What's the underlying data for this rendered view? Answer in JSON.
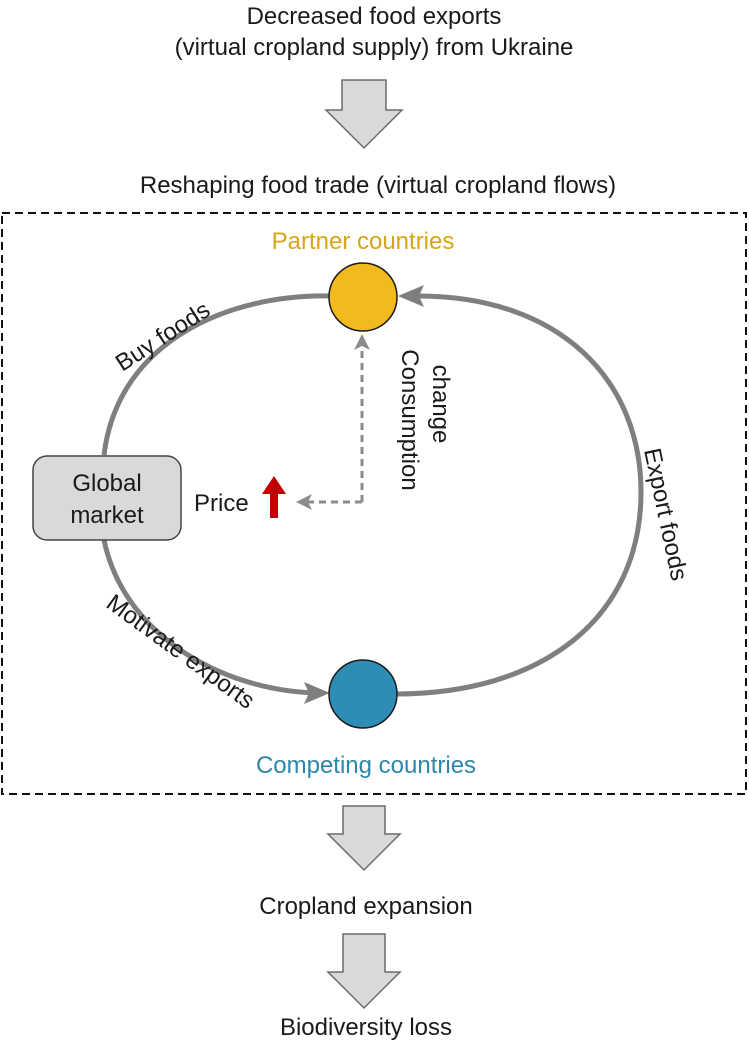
{
  "top_text": {
    "line1": "Decreased food exports",
    "line2": "(virtual cropland supply) from Ukraine"
  },
  "reshaping_text": "Reshaping food trade (virtual cropland flows)",
  "nodes": {
    "partner": {
      "label": "Partner countries",
      "color": "#F2BA1C"
    },
    "competing": {
      "label": "Competing countries",
      "color": "#2F8DB5"
    },
    "global_market": {
      "line1": "Global",
      "line2": "market"
    }
  },
  "flows": {
    "buy_foods": "Buy foods",
    "motivate_exports": "Motivate exports",
    "export_foods": "Export foods",
    "consumption_change": {
      "line1": "Consumption",
      "line2": "change"
    },
    "price": "Price"
  },
  "colors": {
    "flow_line": "#7f7f7f",
    "block_arrow_fill": "#d9d9d9",
    "block_arrow_stroke": "#6b6b6b",
    "price_arrow": "#C00000",
    "market_box_fill": "#d9d9d9"
  },
  "outcomes": {
    "cropland": "Cropland expansion",
    "biodiversity": "Biodiversity loss"
  }
}
